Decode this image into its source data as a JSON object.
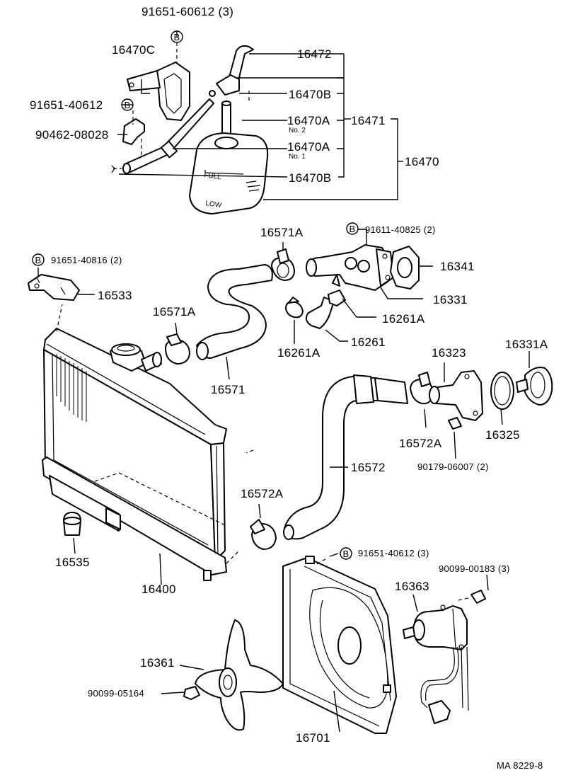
{
  "diagram": {
    "code": "MA 8229-8",
    "reservoir_marks": {
      "full": "FULL",
      "low": "LOW"
    },
    "bolt_symbol": "B",
    "labels": {
      "p91651_60612_3": "91651-60612 (3)",
      "p16470C": "16470C",
      "p16472": "16472",
      "p16470B_top": "16470B",
      "p91651_40612": "91651-40612",
      "p16470A_no2": "16470A",
      "no2": "No. 2",
      "p16471": "16471",
      "p90462_08028": "90462-08028",
      "p16470A_no1": "16470A",
      "no1": "No. 1",
      "p16470": "16470",
      "p16470B_bottom": "16470B",
      "p16571A_top": "16571A",
      "p91611_40825_2": "91611-40825 (2)",
      "p91651_40816_2": "91651-40816 (2)",
      "p16341": "16341",
      "p16533": "16533",
      "p16331": "16331",
      "p16571A_left": "16571A",
      "p16261A_right": "16261A",
      "p16261": "16261",
      "p16261A_left": "16261A",
      "p16323": "16323",
      "p16331A": "16331A",
      "p16571": "16571",
      "p16325": "16325",
      "p16572A_right": "16572A",
      "p16572": "16572",
      "p90179_06007_2": "90179-06007 (2)",
      "p16572A_left": "16572A",
      "p16535": "16535",
      "p91651_40612_3": "91651-40612 (3)",
      "p90099_00183_3": "90099-00183 (3)",
      "p16400": "16400",
      "p16363": "16363",
      "p16361": "16361",
      "p90099_05164": "90099-05164",
      "p16701": "16701"
    }
  }
}
